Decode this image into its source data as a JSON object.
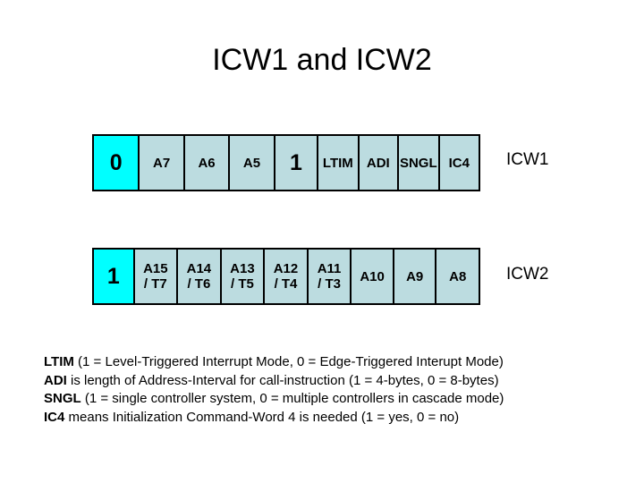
{
  "title": "ICW1 and ICW2",
  "colors": {
    "flag_cell": "#00ffff",
    "cell": "#bcdce0",
    "border": "#000000",
    "page_background": "#ffffff",
    "text": "#000000"
  },
  "rows": [
    {
      "name": "ICW1",
      "label": "ICW1",
      "cells": [
        {
          "line1": "0",
          "line2": "",
          "style": "flag"
        },
        {
          "line1": "A7",
          "line2": "",
          "style": "normal"
        },
        {
          "line1": "A6",
          "line2": "",
          "style": "normal"
        },
        {
          "line1": "A5",
          "line2": "",
          "style": "normal"
        },
        {
          "line1": "1",
          "line2": "",
          "style": "one"
        },
        {
          "line1": "LTIM",
          "line2": "",
          "style": "normal"
        },
        {
          "line1": "ADI",
          "line2": "",
          "style": "normal"
        },
        {
          "line1": "SNGL",
          "line2": "",
          "style": "normal"
        },
        {
          "line1": "IC4",
          "line2": "",
          "style": "normal"
        }
      ]
    },
    {
      "name": "ICW2",
      "label": "ICW2",
      "cells": [
        {
          "line1": "1",
          "line2": "",
          "style": "flag"
        },
        {
          "line1": "A15",
          "line2": "/ T7",
          "style": "normal"
        },
        {
          "line1": "A14",
          "line2": "/ T6",
          "style": "normal"
        },
        {
          "line1": "A13",
          "line2": "/ T5",
          "style": "normal"
        },
        {
          "line1": "A12",
          "line2": "/ T4",
          "style": "normal"
        },
        {
          "line1": "A11",
          "line2": "/ T3",
          "style": "normal"
        },
        {
          "line1": "A10",
          "line2": "",
          "style": "normal"
        },
        {
          "line1": "A9",
          "line2": "",
          "style": "normal"
        },
        {
          "line1": "A8",
          "line2": "",
          "style": "normal"
        }
      ]
    }
  ],
  "legend": [
    {
      "term": "LTIM",
      "desc": " (1 = Level-Triggered Interrupt Mode, 0 = Edge-Triggered Interupt Mode)"
    },
    {
      "term": "ADI",
      "desc": " is length of Address-Interval for call-instruction (1 = 4-bytes, 0 = 8-bytes)"
    },
    {
      "term": "SNGL",
      "desc": " (1 = single controller system, 0 = multiple controllers in cascade mode)"
    },
    {
      "term": "IC4",
      "desc": " means Initialization Command-Word 4 is needed (1 = yes, 0 = no)"
    }
  ]
}
